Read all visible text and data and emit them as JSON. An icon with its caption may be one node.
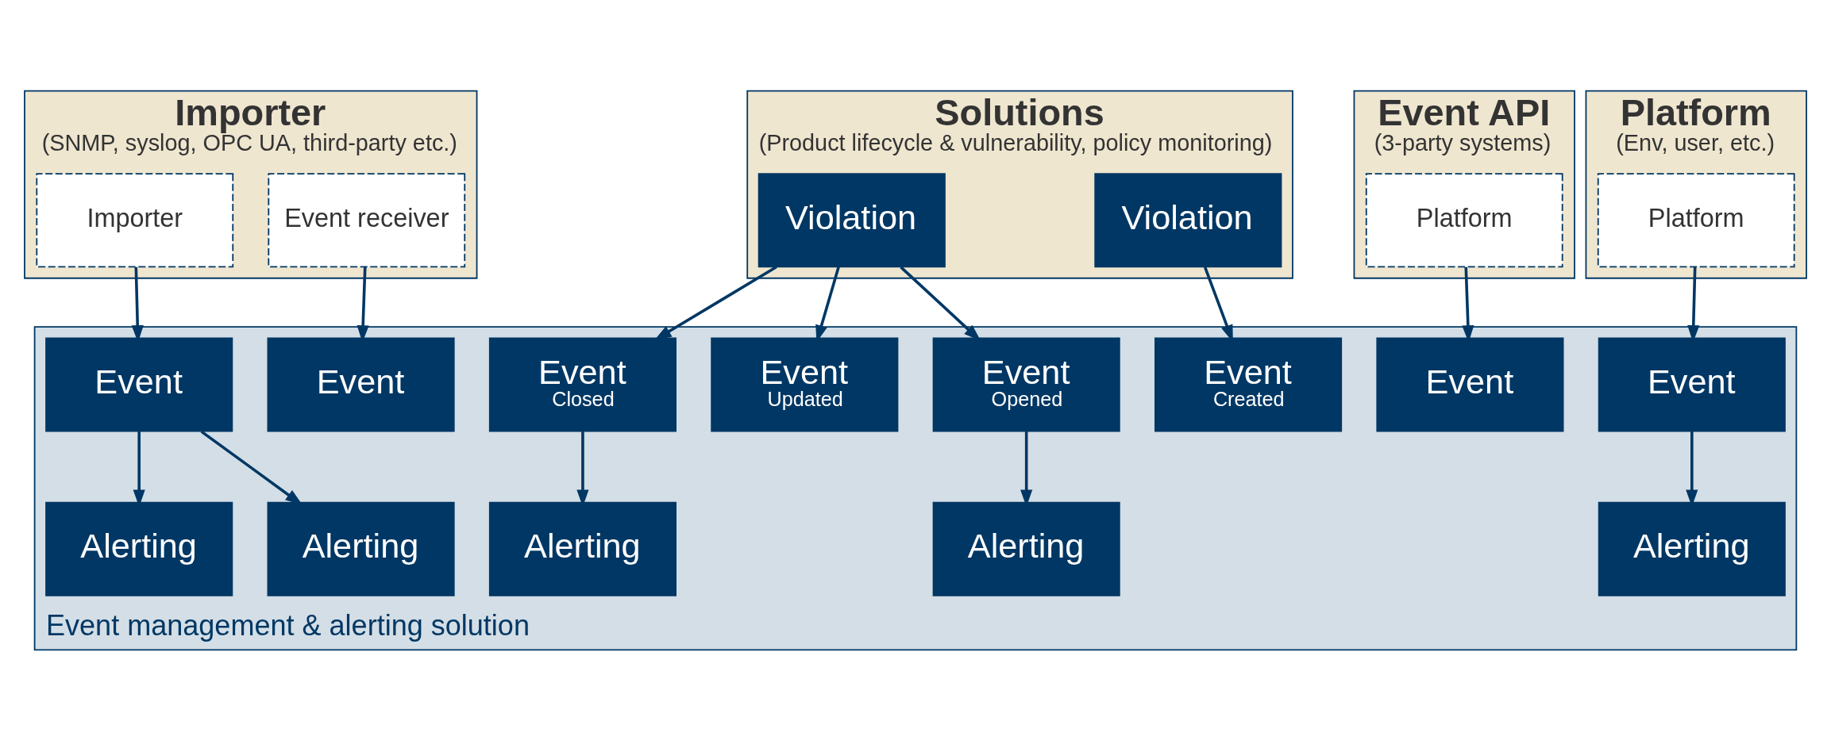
{
  "diagram": {
    "nodes": [
      {
        "text": [
          "Importer",
          "(SNMP, syslog, OPC UA, third-party etc.)"
        ]
      },
      {
        "text": [
          "Event receiver"
        ],
        "in": 0
      },
      {
        "text": [
          "Importer"
        ],
        "in": 0
      },
      {
        "text": [
          "Solutions",
          "(Product lifecycle & vulnerability, policy monitoring)"
        ]
      },
      {
        "text": [
          "Violation"
        ],
        "in": 3
      },
      {
        "text": [
          "Violation"
        ],
        "in": 3
      },
      {
        "text": [
          "Event API",
          "(3-party systems)"
        ]
      },
      {
        "text": [
          "Platform"
        ],
        "in": 6
      },
      {
        "text": [
          "Platform",
          "(Env, user, etc.)"
        ]
      },
      {
        "text": [
          "Platform"
        ],
        "in": 8
      },
      {
        "text": [
          "Event management & alerting solution"
        ]
      },
      {
        "text": [
          "Event"
        ],
        "in": 10
      },
      {
        "text": [
          "Event"
        ],
        "in": 10
      },
      {
        "text": [
          "Event",
          "Created"
        ],
        "in": 10
      },
      {
        "text": [
          "Event",
          "Opened"
        ],
        "in": 10
      },
      {
        "text": [
          "Event",
          "Updated"
        ],
        "in": 10
      },
      {
        "text": [
          "Event",
          "Closed"
        ],
        "in": 10
      },
      {
        "text": [
          "Event"
        ],
        "in": 10
      },
      {
        "text": [
          "Event"
        ],
        "in": 10
      },
      {
        "text": [
          "Alerting"
        ],
        "in": 10
      },
      {
        "text": [
          "Alerting"
        ],
        "in": 10
      },
      {
        "text": [
          "Alerting"
        ],
        "in": 10
      },
      {
        "text": [
          "Alerting"
        ],
        "in": 10
      },
      {
        "text": [
          "Alerting"
        ],
        "in": 10
      }
    ],
    "edges": [
      {
        "from": 1,
        "to": 11,
        "arrow": "to"
      },
      {
        "from": 2,
        "to": 12,
        "arrow": "to"
      },
      {
        "from": 4,
        "to": 13,
        "arrow": "to"
      },
      {
        "from": 5,
        "to": 14,
        "arrow": "to"
      },
      {
        "from": 5,
        "to": 15,
        "arrow": "to"
      },
      {
        "from": 5,
        "to": 16,
        "arrow": "to"
      },
      {
        "from": 7,
        "to": 17,
        "arrow": "to"
      },
      {
        "from": 9,
        "to": 18,
        "arrow": "to"
      },
      {
        "from": 12,
        "to": 19,
        "arrow": "to"
      },
      {
        "from": 12,
        "to": 20,
        "arrow": "to"
      },
      {
        "from": 14,
        "to": 21,
        "arrow": "to"
      },
      {
        "from": 16,
        "to": 22,
        "arrow": "to"
      },
      {
        "from": 18,
        "to": 23,
        "arrow": "to"
      }
    ]
  }
}
